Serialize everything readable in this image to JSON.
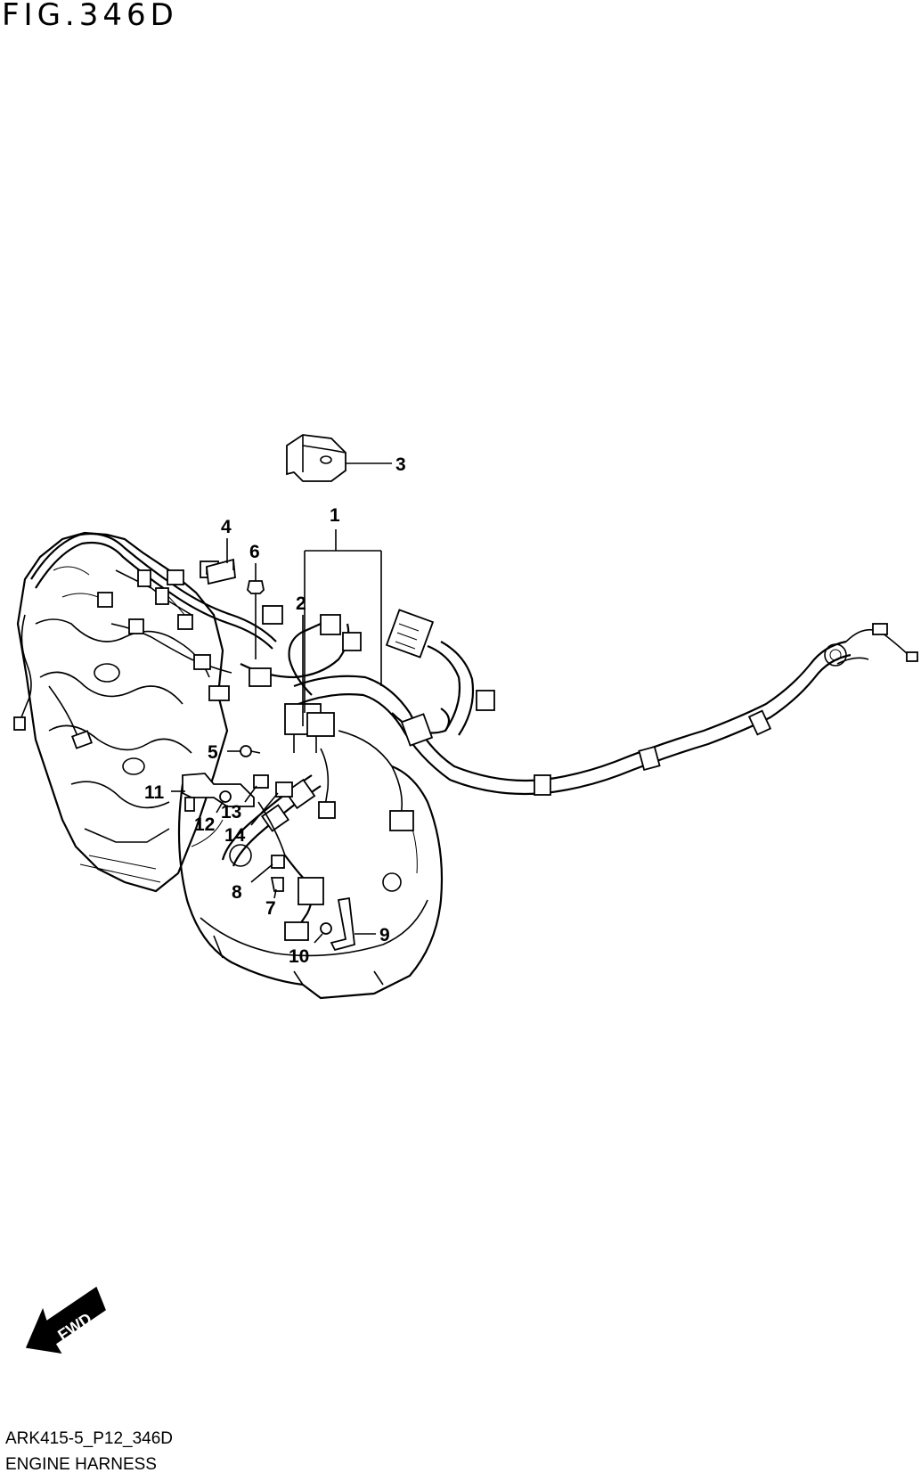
{
  "figure": {
    "title": "FIG.346D",
    "code": "ARK415-5_P12_346D",
    "name": "ENGINE HARNESS"
  },
  "direction_label": "FWD",
  "callouts": [
    "1",
    "2",
    "3",
    "4",
    "5",
    "6",
    "7",
    "8",
    "9",
    "10",
    "11",
    "12",
    "13",
    "14"
  ]
}
